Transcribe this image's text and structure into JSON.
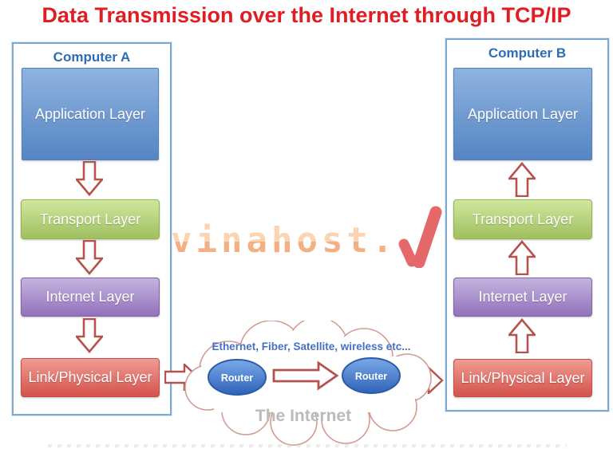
{
  "title": "Data Transmission over the Internet through TCP/IP",
  "computer_a": {
    "label": "Computer A",
    "flow_direction": "down",
    "layers": [
      {
        "name": "Application Layer",
        "color": "#4F81BD"
      },
      {
        "name": "Transport Layer",
        "color": "#9BBB59"
      },
      {
        "name": "Internet Layer",
        "color": "#8064A2"
      },
      {
        "name": "Link/Physical Layer",
        "color": "#D9534F"
      }
    ]
  },
  "computer_b": {
    "label": "Computer B",
    "flow_direction": "up",
    "layers": [
      {
        "name": "Application Layer",
        "color": "#4F81BD"
      },
      {
        "name": "Transport Layer",
        "color": "#9BBB59"
      },
      {
        "name": "Internet Layer",
        "color": "#8064A2"
      },
      {
        "name": "Link/Physical Layer",
        "color": "#D9534F"
      }
    ]
  },
  "cloud": {
    "top_label": "Ethernet, Fiber, Satellite, wireless etc...",
    "bottom_label": "The Internet",
    "routers": [
      "Router",
      "Router"
    ]
  },
  "watermark": {
    "text": "vinahost.",
    "check_icon": "red-check-mark"
  },
  "colors": {
    "title_red": "#E01D23",
    "panel_border_blue": "#7FA8CE",
    "computer_label_blue": "#2E6DB4",
    "arrow_outline_red": "#B5524D",
    "router_blue_top": "#7AA8E8",
    "router_blue_bottom": "#2F63B8",
    "cloud_outline_salmon": "#D49B94",
    "cloud_top_label_blue": "#4472C4",
    "cloud_bottom_label_gray": "#B9B9B9",
    "watermark_orange": "#F5A875",
    "check_red": "#E5696B"
  }
}
